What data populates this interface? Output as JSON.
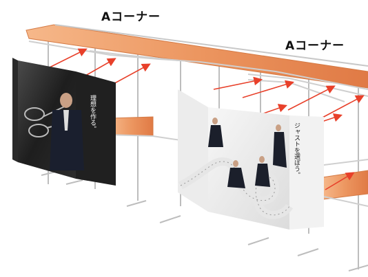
{
  "labels": {
    "corner_left": "Aコーナー",
    "corner_right": "Aコーナー"
  },
  "panels": {
    "left_caption": "理想を作る。",
    "right_caption": "ジャストを選ぼう。"
  },
  "colors": {
    "shelf_wood": "#e88a52",
    "shelf_wood_light": "#f2b07e",
    "frame": "#c8c8c8",
    "arrow": "#e8402a"
  }
}
